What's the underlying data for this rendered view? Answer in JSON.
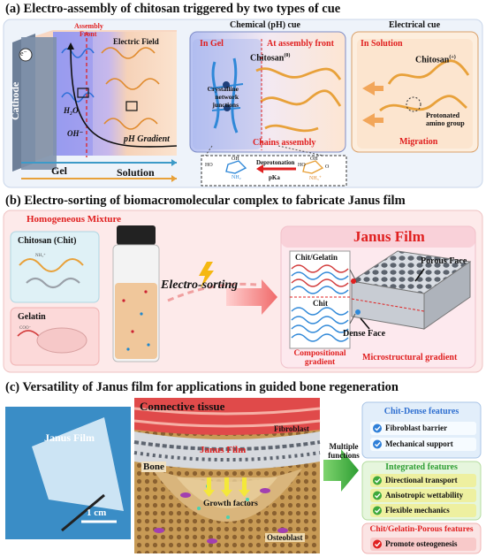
{
  "panel_a": {
    "title": "(a) Electro-assembly of chitosan triggered by two types of cue",
    "electrode": {
      "cathode": "Cathode",
      "electron": "e⁻"
    },
    "labels": {
      "assembly_front_1": "Assembly",
      "assembly_front_2": "Front",
      "electric_field": "Electric Field",
      "h2o": "H₂O",
      "oh": "OH⁻",
      "ph_gradient": "pH Gradient",
      "gel": "Gel",
      "solution": "Solution"
    },
    "chemical_cue": {
      "header": "Chemical (pH) cue",
      "in_gel": "In Gel",
      "at_front": "At assembly front",
      "chitosan": "Chitosan",
      "chitosan_charge": "(0)",
      "crystal_1": "Crystalline",
      "crystal_2": "network",
      "crystal_3": "junctions",
      "chains_assembly": "Chains assembly"
    },
    "electrical_cue": {
      "header": "Electrical cue",
      "in_solution": "In Solution",
      "chitosan": "Chitosan",
      "chitosan_charge": "(+)",
      "protonated_1": "Protonated",
      "protonated_2": "amino group",
      "migration": "Migration"
    },
    "reaction": {
      "deprotonation": "Deprotonation",
      "pka": "pKa",
      "oh": "OH",
      "ho": "HO",
      "o": "O",
      "nh2": "NH₂",
      "nh3": "NH₃⁺"
    }
  },
  "panel_b": {
    "title": "(b) Electro-sorting of biomacromolecular complex to fabricate Janus film",
    "homogeneous_mixture": "Homogeneous Mixture",
    "chitosan_chit": "Chitosan (Chit)",
    "gelatin": "Gelatin",
    "electro_sorting": "Electro-sorting",
    "janus_film": "Janus Film",
    "chit_gelatin": "Chit/Gelatin",
    "chit": "Chit",
    "compositional_1": "Compositional",
    "compositional_2": "gradient",
    "porous_face": "Porous Face",
    "dense_face": "Dense Face",
    "microstructural": "Microstructural gradient",
    "nh3_tag": "NH₃⁺",
    "coo_tag": "COO⁻"
  },
  "panel_c": {
    "title": "(c) Versatility of Janus film for applications in guided bone regeneration",
    "photo_label": "Janus Film",
    "scale_bar": "1 cm",
    "connective_tissue": "Connective tissue",
    "fibroblast": "Fibroblast",
    "janus_film": "Janus Film",
    "bone": "Bone",
    "growth_factors": "Growth factors",
    "osteoblast": "Osteoblast",
    "multiple_1": "Multiple",
    "multiple_2": "functions",
    "chit_dense_header": "Chit-Dense features",
    "chit_dense_items": [
      "Fibroblast barrier",
      "Mechanical support"
    ],
    "integrated_header": "Integrated features",
    "integrated_items": [
      "Directional transport",
      "Anisotropic wettability",
      "Flexible mechanics"
    ],
    "porous_header": "Chit/Gelatin-Porous features",
    "porous_items": [
      "Promote osteogenesis"
    ]
  },
  "colors": {
    "accent_red": "#e02020",
    "blue_chain": "#1f8fd6",
    "orange_chain": "#e8a13a",
    "green_arrow": "#3ea83c"
  }
}
